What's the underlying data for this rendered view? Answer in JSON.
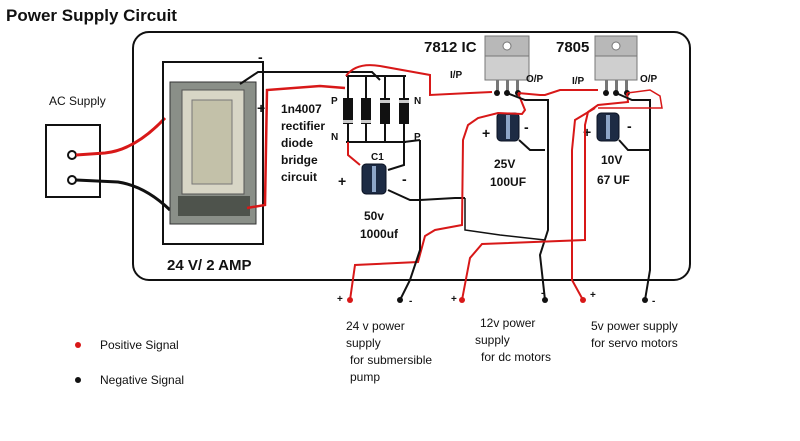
{
  "title": "Power Supply Circuit",
  "ac_supply_label": "AC Supply",
  "transformer": {
    "rating": "24 V/ 2 AMP",
    "minus": "-",
    "plus": "+"
  },
  "rectifier": {
    "lines": [
      "1n4007",
      "rectifier",
      "diode",
      "bridge",
      "circuit"
    ],
    "p_top": "P",
    "n_top": "N",
    "n_bottom": "N",
    "p_bottom": "P"
  },
  "cap_main": {
    "id": "C1",
    "plus": "+",
    "minus": "-",
    "value_lines": [
      "50v",
      "1000uf"
    ]
  },
  "reg_7812": {
    "name": "7812 IC",
    "input": "I/P",
    "output": "O/P",
    "cap_plus": "+",
    "cap_minus": "-",
    "cap_value_lines": [
      "25V",
      "100UF"
    ]
  },
  "reg_7805": {
    "name": "7805",
    "input": "I/P",
    "output": "O/P",
    "cap_plus": "+",
    "cap_minus": "-",
    "cap_value_lines": [
      "10V",
      "67 UF"
    ]
  },
  "outputs": [
    {
      "plus": "+",
      "minus": "-",
      "lines": [
        "24 v power",
        "supply",
        "for submersible",
        "pump"
      ]
    },
    {
      "plus": "+",
      "minus": "-",
      "lines": [
        "12v power",
        "supply",
        "for dc motors"
      ]
    },
    {
      "plus": "+",
      "minus": "-",
      "lines": [
        "5v power supply",
        "for servo motors"
      ]
    }
  ],
  "legend": {
    "positive": "Positive Signal",
    "negative": "Negative Signal"
  },
  "colors": {
    "positive_wire": "#d81818",
    "negative_wire": "#111111",
    "ic_body": "#cfcfcf"
  }
}
